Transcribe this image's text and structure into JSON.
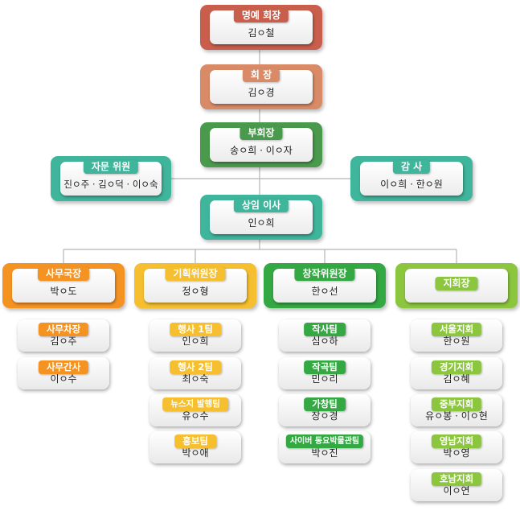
{
  "colors": {
    "honorary": "#c95e4c",
    "chairman": "#d98b68",
    "vice": "#4a9a4d",
    "teal": "#3fb59c",
    "orange": "#f59322",
    "yellow": "#f5bf30",
    "green": "#33a843",
    "lime": "#8cc63f"
  },
  "top": {
    "honorary": {
      "title": "명예 회장",
      "name": "김ㅇ철"
    },
    "chairman": {
      "title": "회 장",
      "name": "김ㅇ경"
    },
    "vice": {
      "title": "부회장",
      "name": "송ㅇ희 · 이ㅇ자"
    },
    "advisor": {
      "title": "자문 위원",
      "name": "진ㅇ주 · 김ㅇ덕 · 이ㅇ숙"
    },
    "auditor": {
      "title": "감 사",
      "name": "이ㅇ희 · 한ㅇ원"
    },
    "director": {
      "title": "상임 이사",
      "name": "인ㅇ희"
    }
  },
  "columns": [
    {
      "title": "사무국장",
      "name": "박ㅇ도",
      "subs": [
        {
          "title": "사무차장",
          "name": "김ㅇ주"
        },
        {
          "title": "사무간사",
          "name": "이ㅇ수"
        }
      ]
    },
    {
      "title": "기획위원장",
      "name": "정ㅇ형",
      "subs": [
        {
          "title": "행사 1팀",
          "name": "인ㅇ희"
        },
        {
          "title": "행사 2팀",
          "name": "최ㅇ숙"
        },
        {
          "title": "뉴스지 발행팀",
          "name": "유ㅇ수"
        },
        {
          "title": "홍보팀",
          "name": "박ㅇ애"
        }
      ]
    },
    {
      "title": "창작위원장",
      "name": "한ㅇ선",
      "subs": [
        {
          "title": "작사팀",
          "name": "심ㅇ하"
        },
        {
          "title": "작곡팀",
          "name": "민ㅇ리"
        },
        {
          "title": "가창팀",
          "name": "장ㅇ경"
        },
        {
          "title": "사이버 동요박물관팀",
          "name": "박ㅇ진"
        }
      ]
    },
    {
      "title": "지회장",
      "name": "",
      "subs": [
        {
          "title": "서울지회",
          "name": "한ㅇ원"
        },
        {
          "title": "경기지회",
          "name": "김ㅇ혜"
        },
        {
          "title": "중부지회",
          "name": "유ㅇ봉 · 이ㅇ현"
        },
        {
          "title": "영남지회",
          "name": "박ㅇ영"
        },
        {
          "title": "호남지회",
          "name": "이ㅇ연"
        }
      ]
    }
  ]
}
